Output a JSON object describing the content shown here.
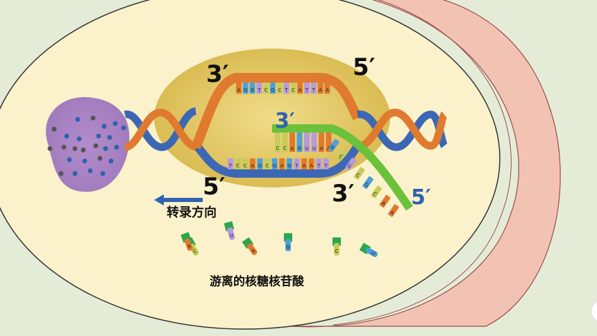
{
  "labels": {
    "template_3prime": "3′",
    "template_5prime": "5′",
    "coding_5prime_top": "5′",
    "coding_3prime_bottom": "3′",
    "rna_3prime": "3′",
    "rna_5prime": "5′",
    "direction_text": "转录方向",
    "free_nucleotides_text": "游离的核糖核苷酸"
  },
  "bases": {
    "upper_strand": [
      "A",
      "G",
      "G",
      "T",
      "C",
      "G",
      "C",
      "T",
      "C",
      "A",
      "T",
      "T",
      "A",
      "A"
    ],
    "lower_strand": [
      "T",
      "C",
      "C",
      "A",
      "G",
      "C",
      "G",
      "A",
      "G",
      "T",
      "A",
      "A",
      "T",
      "T"
    ],
    "rna_paired": [
      "C",
      "C",
      "A",
      "G",
      "U",
      "U",
      "A",
      "A"
    ],
    "rna_tail": [
      "G",
      "C",
      "U",
      "C",
      "G",
      "C",
      "A",
      "A"
    ],
    "free": [
      "U",
      "C",
      "A",
      "G",
      "C",
      "G",
      "A"
    ]
  },
  "colors": {
    "background": "#e4ecd8",
    "cell": "#fbf2cc",
    "membrane": "#f2c3b3",
    "nucleus": "#e2c763",
    "chromatin": "#a77ec0",
    "dna_orange": "#e07a2e",
    "dna_blue": "#3c67b5",
    "rna_green": "#6cc13a",
    "arrow_blue": "#2e63b0"
  }
}
